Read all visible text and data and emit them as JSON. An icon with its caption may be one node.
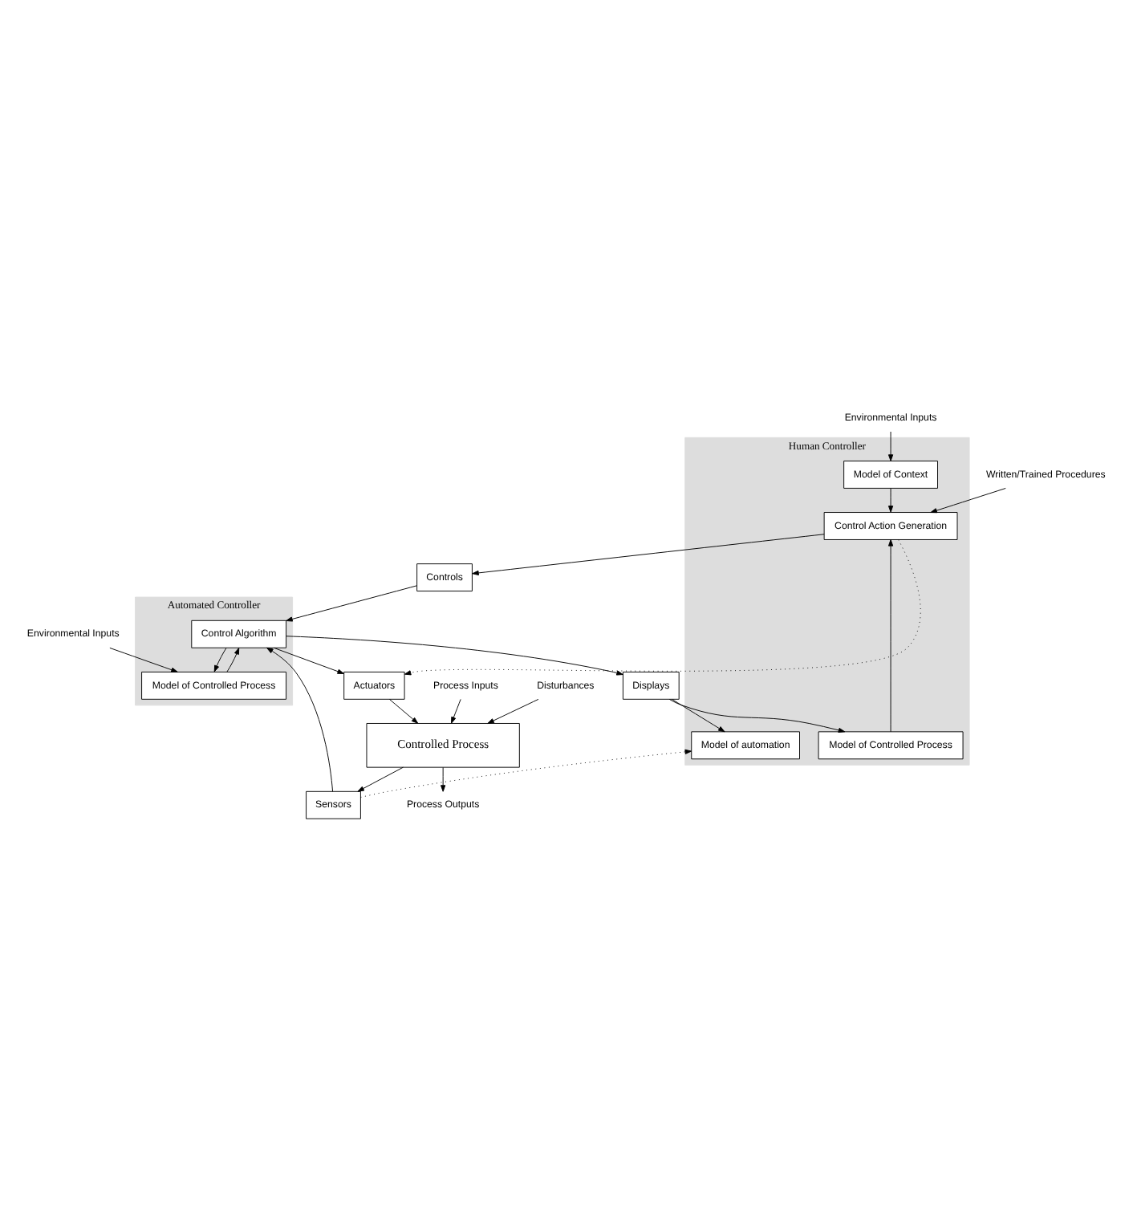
{
  "diagram": {
    "nodes": [
      {
        "text": [
          "Human Controller"
        ]
      },
      {
        "text": [
          "Control Action Generation"
        ],
        "in": 0
      },
      {
        "text": [
          "Model of Context"
        ],
        "in": 0
      },
      {
        "text": [
          "Model of automation"
        ],
        "in": 0
      },
      {
        "text": [
          "Model of Controlled Process"
        ],
        "in": 0
      },
      {
        "text": [
          "Controls"
        ]
      },
      {
        "text": [
          "Displays"
        ]
      },
      {
        "text": [
          "Automated Controller"
        ]
      },
      {
        "text": [
          "Control Algorithm"
        ],
        "in": 7
      },
      {
        "text": [
          "Model of Controlled Process"
        ],
        "in": 7
      },
      {
        "text": [
          "Actuators"
        ]
      },
      {
        "text": [
          "Sensors"
        ]
      },
      {
        "text": [
          "Controlled Process"
        ]
      },
      {
        "text": [
          "Written/Trained Procedures"
        ]
      },
      {
        "text": [
          "Environmental Inputs"
        ]
      },
      {
        "text": [
          "Environmental Inputs"
        ]
      },
      {
        "text": [
          "Process Inputs"
        ]
      },
      {
        "text": [
          "Process Outputs"
        ]
      },
      {
        "text": [
          "Disturbances"
        ]
      }
    ],
    "edges": [
      {
        "from": 13,
        "to": 1,
        "arrow": "to"
      },
      {
        "from": 14,
        "to": 2,
        "arrow": "to"
      },
      {
        "from": 2,
        "to": 1,
        "arrow": "to"
      },
      {
        "from": 4,
        "to": 1,
        "arrow": "to"
      },
      {
        "from": 6,
        "to": 4,
        "arrow": "to"
      },
      {
        "from": 6,
        "to": 3,
        "arrow": "to"
      },
      {
        "from": 1,
        "to": 5,
        "arrow": "to"
      },
      {
        "from": 5,
        "to": 8,
        "arrow": "to"
      },
      {
        "from": 8,
        "to": 6,
        "arrow": "to"
      },
      {
        "from": 8,
        "to": 9,
        "arrow": "to"
      },
      {
        "from": 9,
        "to": 8,
        "arrow": "to"
      },
      {
        "from": 15,
        "to": 9,
        "arrow": "to"
      },
      {
        "from": 8,
        "to": 10,
        "arrow": "to"
      },
      {
        "from": 11,
        "to": 8,
        "arrow": "to"
      },
      {
        "from": 10,
        "to": 12,
        "arrow": "to"
      },
      {
        "from": 12,
        "to": 11,
        "arrow": "to"
      },
      {
        "from": 16,
        "to": 12,
        "arrow": "to"
      },
      {
        "from": 12,
        "to": 17,
        "arrow": "to"
      },
      {
        "from": 18,
        "to": 12,
        "arrow": "to"
      },
      {
        "from": 1,
        "to": 10,
        "arrow": "to",
        "style": "dashed"
      },
      {
        "from": 11,
        "to": 3,
        "arrow": "to",
        "style": "dashed"
      }
    ]
  }
}
